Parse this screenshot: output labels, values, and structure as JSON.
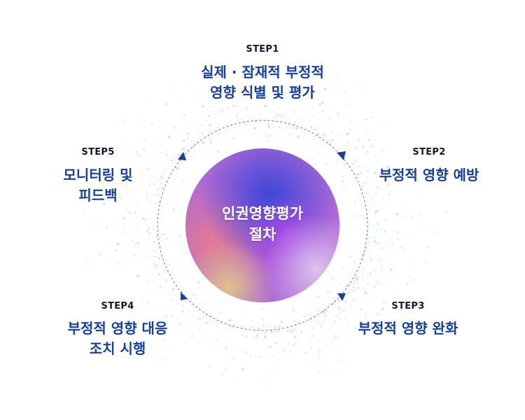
{
  "center": {
    "label": "인권영향평가\n절차"
  },
  "steps": [
    {
      "step": "STEP1",
      "title": "실제 · 잠재적 부정적\n영향 식별 및 평가"
    },
    {
      "step": "STEP2",
      "title": "부정적 영향 예방"
    },
    {
      "step": "STEP3",
      "title": "부정적 영향 완화"
    },
    {
      "step": "STEP4",
      "title": "부정적 영향 대응\n조치 시행"
    },
    {
      "step": "STEP5",
      "title": "모니터링 및\n피드백"
    }
  ],
  "colors": {
    "title": "#1640a0",
    "step_label": "#141a2e",
    "arrow": "#1e3f98",
    "dashed_circle": "#5a7fcf"
  }
}
